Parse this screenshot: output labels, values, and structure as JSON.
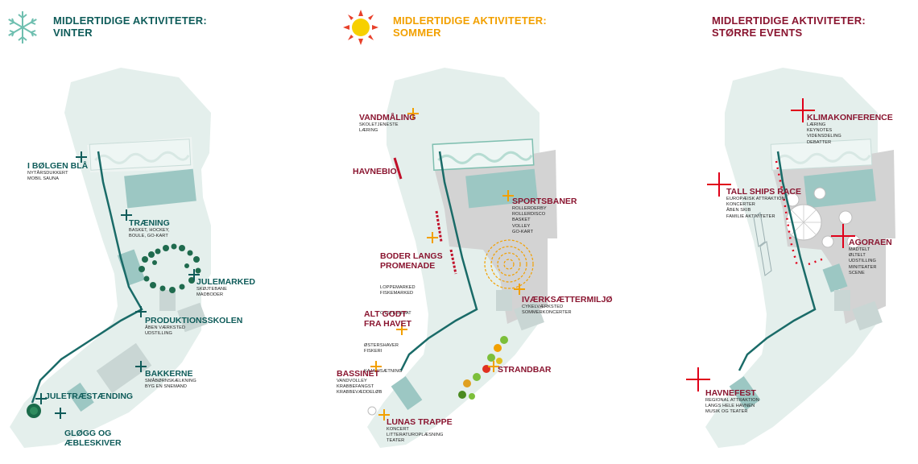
{
  "colors": {
    "winter": "#0f5c5a",
    "summer_title": "#f2a000",
    "summer_label": "#8a1530",
    "events": "#8a1530",
    "red_cross": "#e0001a",
    "land": "#e4efec",
    "water_deep": "#9cc7c3",
    "building": "#c9d6d4",
    "gray_zone": "#d3d3d3"
  },
  "panels": [
    {
      "id": "winter",
      "icon": "snowflake-icon",
      "title_line1": "MIDLERTIDIGE AKTIVITETER:",
      "title_line2": "VINTER",
      "labels": [
        {
          "title": "I BØLGEN BLÅ",
          "sub": [
            "NYTÅRSDUKKERT",
            "MOBIL SAUNA"
          ]
        },
        {
          "title": "TRÆNING",
          "sub": [
            "BASKET, HOCKEY,",
            "BOULE, GO-KART"
          ]
        },
        {
          "title": "JULEMARKED",
          "sub": [
            "SKØJTEBANE",
            "MADBODER"
          ]
        },
        {
          "title": "PRODUKTIONSSKOLEN",
          "sub": [
            "ÅBEN VÆRKSTED",
            "UDSTILLING"
          ]
        },
        {
          "title": "BAKKERNE",
          "sub": [
            "SMÅBØRNSKÆLKNING",
            "BYG EN SNEMAND"
          ]
        },
        {
          "title": "JULETRÆSTÆNDING",
          "sub": []
        },
        {
          "title": "GLØGG OG\nÆBLESKIVER",
          "sub": []
        }
      ]
    },
    {
      "id": "summer",
      "icon": "sun-icon",
      "title_line1": "MIDLERTIDIGE AKTIVITETER:",
      "title_line2": "SOMMER",
      "labels": [
        {
          "title": "VANDMÅLING",
          "sub": [
            "SKOLETJENESTE",
            "LÆRING"
          ]
        },
        {
          "title": "HAVNEBIO",
          "sub": []
        },
        {
          "title": "SPORTSBANER",
          "sub": [
            "ROLLERDERBY",
            "ROLLERDISCO",
            "BASKET",
            "VOLLEY",
            "GO-KART"
          ]
        },
        {
          "title": "BODER LANGS\nPROMENADE",
          "sub": [
            "LOPPEMARKED",
            "FISKEMARKED",
            "OYSTERBOAT"
          ]
        },
        {
          "title": "IVÆRKSÆTTERMILJØ",
          "sub": [
            "CYKELVÆRKSTED",
            "SOMMERKONCERTER"
          ]
        },
        {
          "title": "ALT GODT\nFRA HAVET",
          "sub": [
            "ØSTERSHAVER",
            "FISKERI",
            "KAJAKISÆTNING"
          ]
        },
        {
          "title": "STRANDBAR",
          "sub": []
        },
        {
          "title": "BASSINET",
          "sub": [
            "VANDVOLLEY",
            "KRABBEFANGST",
            "KRABBEVÆDDELØB"
          ]
        },
        {
          "title": "LUNAS TRAPPE",
          "sub": [
            "KONCERT",
            "LITTERATUROPLÆSNING",
            "TEATER"
          ]
        }
      ]
    },
    {
      "id": "events",
      "icon": "",
      "title_line1": "MIDLERTIDIGE AKTIVITETER:",
      "title_line2": "STØRRE EVENTS",
      "labels": [
        {
          "title": "KLIMAKONFERENCE",
          "sub": [
            "LÆRING",
            "KEYNOTES",
            "VIDENSDELING",
            "DEBATTER"
          ]
        },
        {
          "title": "TALL SHIPS RACE",
          "sub": [
            "EUROPÆISK ATTRAKTION",
            "KONCERTER",
            "ÅBEN SKIB",
            "FAMILIE AKTIVITETER"
          ]
        },
        {
          "title": "AGORAEN",
          "sub": [
            "MADTELT",
            "ØLTELT",
            "UDSTILLING",
            "MINITEATER",
            "SCENE"
          ]
        },
        {
          "title": "HAVNEFEST",
          "sub": [
            "REGIONAL ATTRAKTION",
            "LANGS HELE HAVNEN",
            "MUSIK OG TEATER"
          ]
        }
      ]
    }
  ]
}
